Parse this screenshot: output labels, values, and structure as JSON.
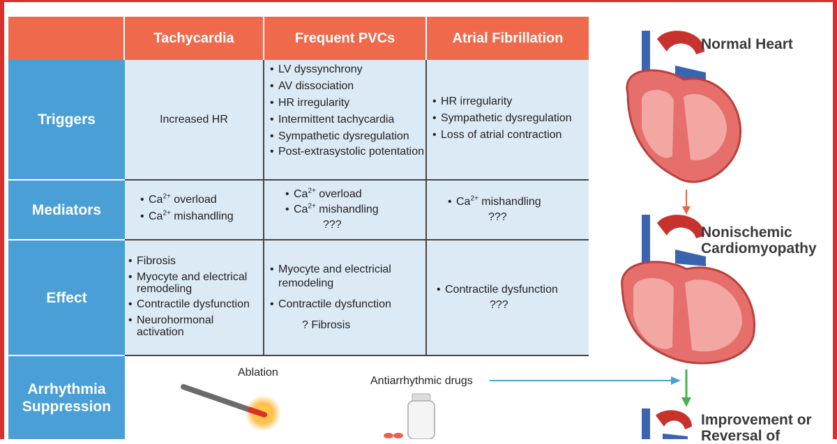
{
  "columns": [
    "Tachycardia",
    "Frequent PVCs",
    "Atrial Fibrillation"
  ],
  "rows": [
    {
      "label": "Triggers"
    },
    {
      "label": "Mediators"
    },
    {
      "label": "Effect"
    },
    {
      "label": "Arrhythmia Suppression"
    }
  ],
  "triggers": {
    "tachycardia": "Increased HR",
    "pvcs": [
      "LV dyssynchrony",
      "AV dissociation",
      "HR irregularity",
      "Intermittent tachycardia",
      "Sympathetic dysregulation",
      "Post-extrasystolic potentation"
    ],
    "af": [
      "HR irregularity",
      "Sympathetic dysregulation",
      "Loss of atrial contraction"
    ]
  },
  "mediators": {
    "ca": "Ca",
    "sup": "2+",
    "overload": " overload",
    "mishandling": " mishandling",
    "unknown": "???"
  },
  "effect": {
    "tachycardia": [
      "Fibrosis",
      "Myocyte and electrical remodeling",
      "Contractile dysfunction",
      "Neurohormonal activation"
    ],
    "pvcs": [
      "Myocyte and electricial remodeling",
      "Contractile dysfunction"
    ],
    "pvcs_extra": "? Fibrosis",
    "af": "Contractile dysfunction",
    "af_extra": "???"
  },
  "suppression": {
    "ablation": "Ablation",
    "drugs": "Antiarrhythmic drugs"
  },
  "hearts": {
    "normal": "Normal Heart",
    "ncm": "Nonischemic Cardiomyopathy",
    "improve": "Improvement or Reversal of"
  },
  "colors": {
    "header": "#ef6a4d",
    "row_label": "#4a9fd6",
    "cell": "#dceaf5",
    "arrow_red": "#e8634a",
    "arrow_green": "#4caf50",
    "arrow_blue": "#4a9fd6"
  }
}
